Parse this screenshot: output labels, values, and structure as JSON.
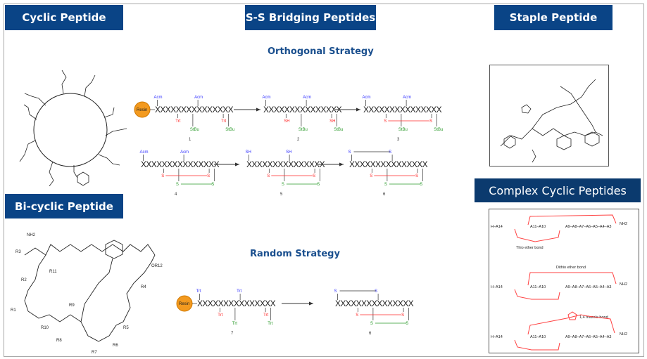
{
  "panels": {
    "cyclic": {
      "title": "Cyclic Peptide"
    },
    "bicyclic": {
      "title": "Bi-cyclic Peptide"
    },
    "ss_bridging": {
      "title": "S-S Bridging Peptides",
      "orthogonal_title": "Orthogonal Strategy",
      "random_title": "Random Strategy",
      "resin_label": "Resin",
      "sequence": "XXXXXXXXXXXXXXX",
      "compounds": {
        "c1": {
          "number": "1",
          "top": [
            "Acm",
            "Acm"
          ],
          "bottom_red": [
            "Trt",
            "Trt"
          ],
          "bottom_green": [
            "StBu",
            "StBu"
          ]
        },
        "c2": {
          "number": "2",
          "top": [
            "Acm",
            "Acm"
          ],
          "bottom_red": [
            "SH",
            "SH"
          ],
          "bottom_green": [
            "StBu",
            "StBu"
          ]
        },
        "c3": {
          "number": "3",
          "top": [
            "Acm",
            "Acm"
          ],
          "bottom_red": [
            "S",
            "S"
          ],
          "bottom_green": [
            "StBu",
            "StBu"
          ]
        },
        "c4": {
          "number": "4",
          "top": [
            "Acm",
            "Acm"
          ],
          "bottom_red": [
            "S",
            "S"
          ],
          "bottom_green": [
            "S",
            "S"
          ]
        },
        "c5": {
          "number": "5",
          "top": [
            "SH",
            "SH"
          ],
          "bottom_red": [
            "S",
            "S"
          ],
          "bottom_green": [
            "S",
            "S"
          ]
        },
        "c6": {
          "number": "6",
          "top": [
            "S",
            "S"
          ],
          "bottom_red": [
            "S",
            "S"
          ],
          "bottom_green": [
            "S",
            "S"
          ]
        },
        "c7": {
          "number": "7",
          "top": [
            "Trt",
            "Trt"
          ],
          "bottom_red": [
            "Trt",
            "Trt"
          ],
          "bottom_green": [
            "Trt",
            "Trt"
          ]
        }
      }
    },
    "staple": {
      "title": "Staple Peptide"
    },
    "complex": {
      "title": "Complex Cyclic Peptides",
      "n_term": "H–A14",
      "mid": "A11–A10",
      "tail": "A9–A8–A7–A6–A5–A4–A3",
      "c_term": "NH2",
      "bond_labels": [
        "Thio ether bond",
        "Dithio ether bond",
        "1,4 triazole bond"
      ]
    }
  },
  "colors": {
    "header_bg": "#0a4486",
    "accent_red": "#ff2a2a",
    "accent_green": "#2a9a2a",
    "accent_blue": "#3333ff",
    "resin": "#f39a1f"
  }
}
